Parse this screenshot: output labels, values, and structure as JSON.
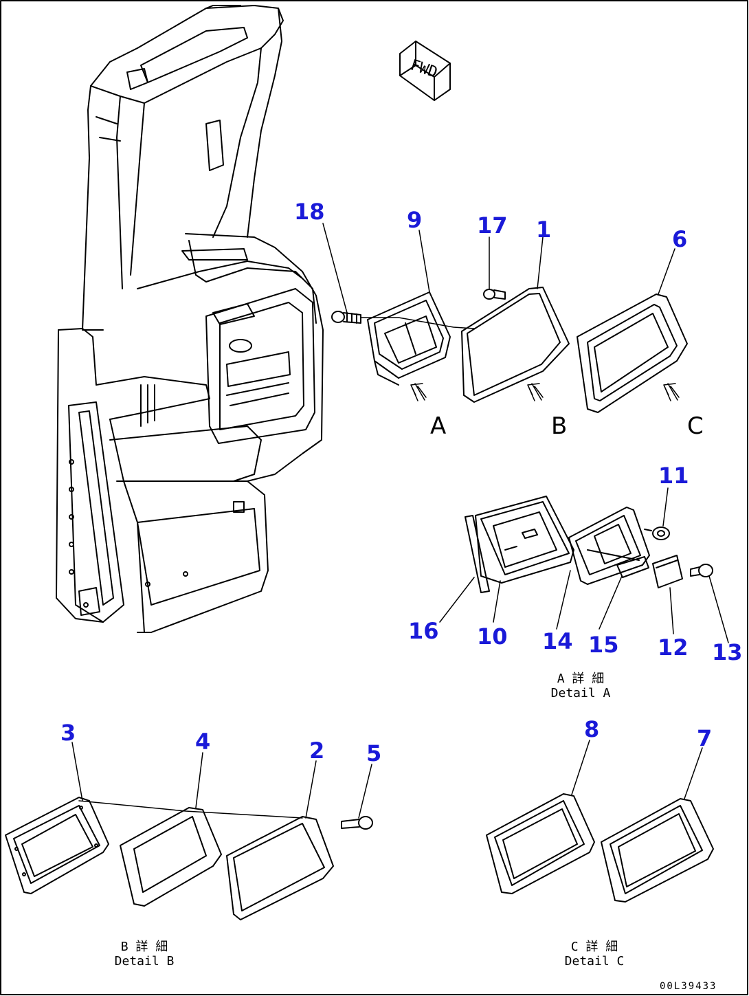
{
  "fwd_mark": "FWD",
  "callouts": {
    "c18": "18",
    "c9": "9",
    "c17": "17",
    "c1": "1",
    "c6": "6",
    "c11": "11",
    "c16": "16",
    "c10": "10",
    "c14": "14",
    "c15": "15",
    "c12": "12",
    "c13": "13",
    "c3": "3",
    "c4": "4",
    "c2": "2",
    "c5": "5",
    "c8": "8",
    "c7": "7"
  },
  "view_letters": {
    "a": "A",
    "b": "B",
    "c": "C"
  },
  "detail_labels": {
    "a_jp": "A 詳 細",
    "a_en": "Detail A",
    "b_jp": "B 詳 細",
    "b_en": "Detail B",
    "c_jp": "C 詳 細",
    "c_en": "Detail C"
  },
  "drawing_number": "00L39433",
  "colors": {
    "callout": "#1a1ad8",
    "line": "#000000",
    "background": "#ffffff"
  }
}
